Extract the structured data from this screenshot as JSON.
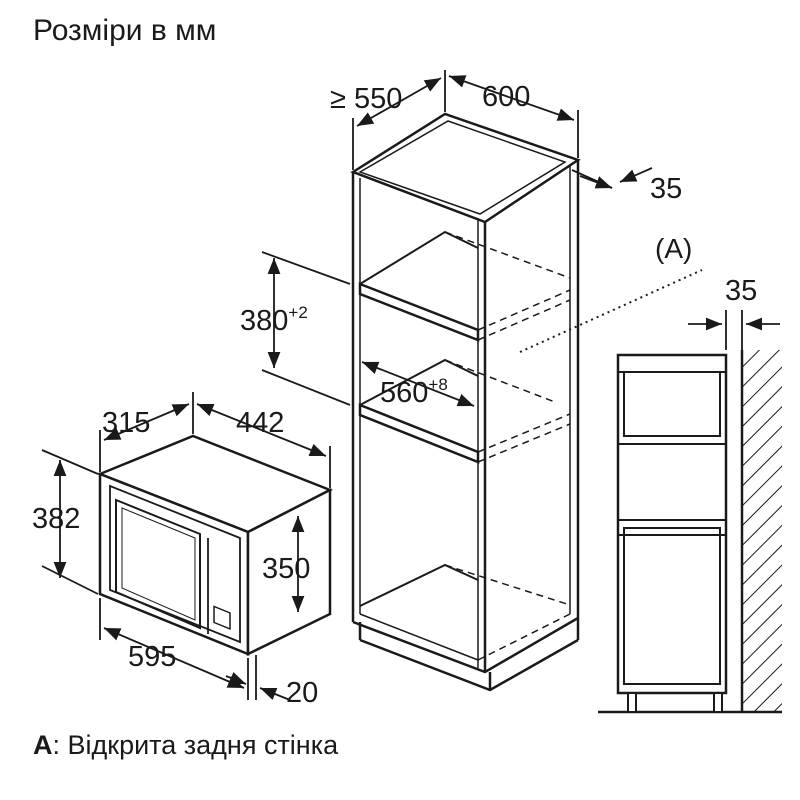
{
  "title": "Розміри в мм",
  "footer": {
    "key": "A",
    "text": ": Відкрита задня стінка"
  },
  "dims": {
    "cabinet_depth": "≥ 550",
    "cabinet_width": "600",
    "cabinet_side": "35",
    "niche_height": "380",
    "niche_height_tol": "+2",
    "niche_width": "560",
    "niche_width_tol": "+8",
    "callout": "(A)",
    "wall_gap": "35",
    "mw_depth": "315",
    "mw_width_top": "442",
    "mw_height": "382",
    "mw_inner_height": "350",
    "mw_width": "595",
    "mw_front": "20"
  }
}
